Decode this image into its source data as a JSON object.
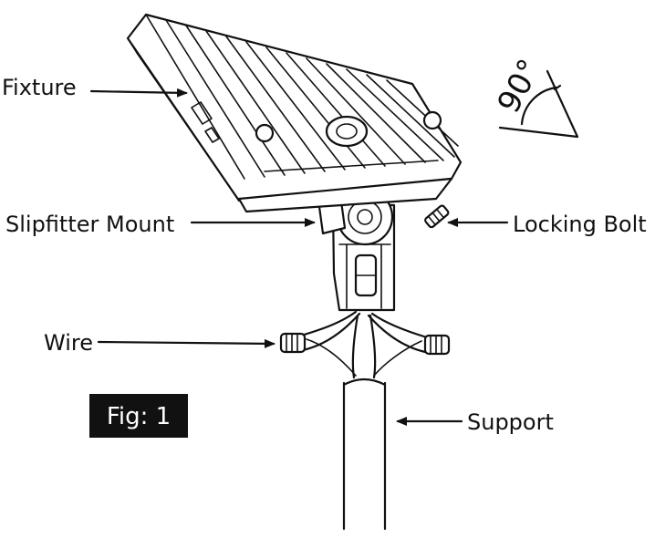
{
  "labels": {
    "fixture": "Fixture",
    "slipfitter_mount": "Slipfitter Mount",
    "locking_bolt": "Locking Bolt",
    "wire": "Wire",
    "support": "Support",
    "figure": "Fig: 1",
    "angle": "90°"
  },
  "colors": {
    "ink": "#111111",
    "badge_bg": "#111111",
    "badge_text": "#ffffff",
    "background": "#ffffff"
  }
}
